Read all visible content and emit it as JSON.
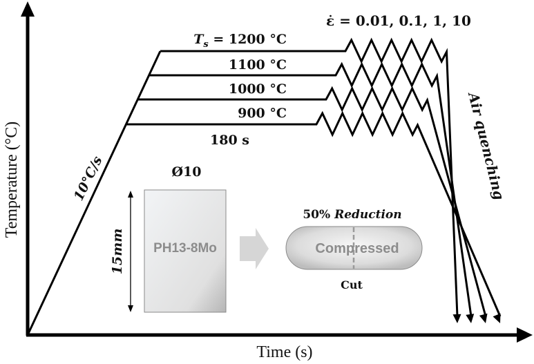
{
  "axes": {
    "x_label": "Time (s)",
    "y_label": "Temperature (°C)"
  },
  "heating": {
    "rate_label": "10°C/s",
    "hold_time_label": "180 s"
  },
  "strain_rate_label": "ε̇ = 0.01, 0.1, 1, 10",
  "temperatures": [
    {
      "label": "T",
      "subscript": "s",
      "value_label": " = 1200 °C",
      "value": 1200
    },
    {
      "label": "",
      "subscript": "",
      "value_label": "1100 °C",
      "value": 1100
    },
    {
      "label": "",
      "subscript": "",
      "value_label": "1000 °C",
      "value": 1000
    },
    {
      "label": "",
      "subscript": "",
      "value_label": "900 °C",
      "value": 900
    }
  ],
  "cooling_label": "Air quenching",
  "sample": {
    "diameter_label": "Ø10",
    "height_label": "15mm",
    "material": "PH13-8Mo",
    "reduction_label_num": "50% ",
    "reduction_label_word": "Reduction",
    "compressed_label": "Compressed",
    "cut_label": "Cut"
  },
  "colors": {
    "line": "#000000",
    "sample_fill": "#e4e4e4",
    "sample_border": "#8a8a8a",
    "sample_text": "#8c8c8c",
    "arrow_fill": "#d6d6d6"
  }
}
